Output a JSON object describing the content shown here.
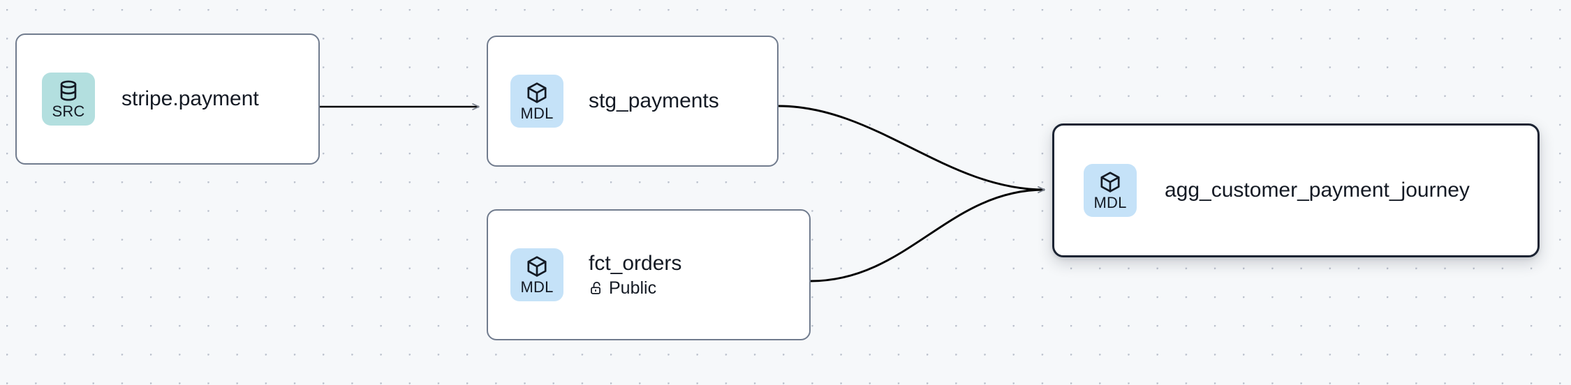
{
  "canvas": {
    "background_color": "#f6f8fa",
    "grid": "dot-grid",
    "grid_dot_color": "#b9bfcb"
  },
  "graph": {
    "nodes": [
      {
        "id": "stripe-payment",
        "title": "stripe.payment",
        "badge_label": "SRC",
        "badge_icon": "database-icon",
        "badge_color": "#b3dfdf",
        "selected": false,
        "subtitle": null,
        "subtitle_icon": null
      },
      {
        "id": "stg-payments",
        "title": "stg_payments",
        "badge_label": "MDL",
        "badge_icon": "cube-icon",
        "badge_color": "#c5e2f8",
        "selected": false,
        "subtitle": null,
        "subtitle_icon": null
      },
      {
        "id": "fct-orders",
        "title": "fct_orders",
        "badge_label": "MDL",
        "badge_icon": "cube-icon",
        "badge_color": "#c5e2f8",
        "selected": false,
        "subtitle": "Public",
        "subtitle_icon": "unlock-icon"
      },
      {
        "id": "agg-customer-payment-journey",
        "title": "agg_customer_payment_journey",
        "badge_label": "MDL",
        "badge_icon": "cube-icon",
        "badge_color": "#c5e2f8",
        "selected": true,
        "selected_border_color": "#1c2433",
        "subtitle": null,
        "subtitle_icon": null
      }
    ],
    "edges": [
      {
        "id": "edge-1",
        "from": "stripe-payment",
        "to": "stg-payments",
        "style": "straight",
        "color": "#000000"
      },
      {
        "id": "edge-2",
        "from": "stg-payments",
        "to": "agg-customer-payment-journey",
        "style": "bezier",
        "color": "#000000"
      },
      {
        "id": "edge-3",
        "from": "fct-orders",
        "to": "agg-customer-payment-journey",
        "style": "bezier",
        "color": "#000000"
      }
    ]
  }
}
